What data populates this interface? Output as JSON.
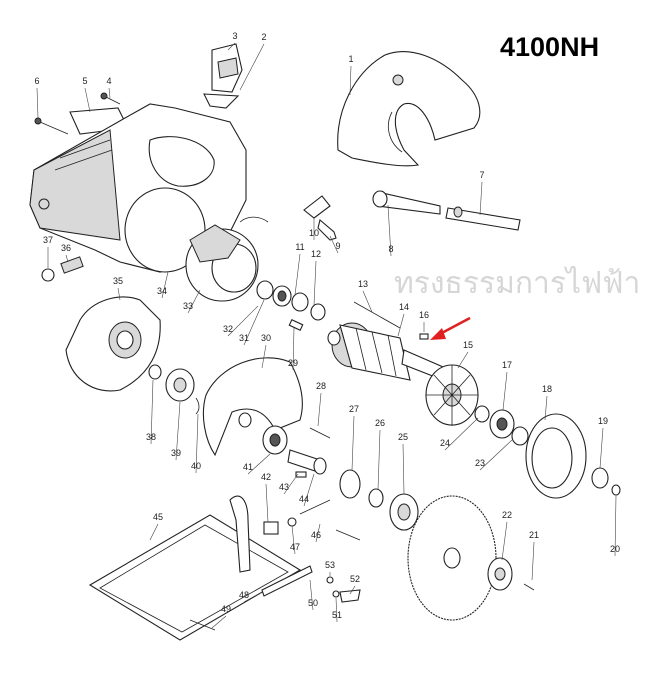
{
  "title": "4100NH",
  "watermark": "ทรงธรรมการไฟฟ้า",
  "highlight_color": "#e02020",
  "parts": [
    {
      "no": "1"
    },
    {
      "no": "2"
    },
    {
      "no": "3"
    },
    {
      "no": "4"
    },
    {
      "no": "5"
    },
    {
      "no": "6"
    },
    {
      "no": "7"
    },
    {
      "no": "8"
    },
    {
      "no": "9"
    },
    {
      "no": "10"
    },
    {
      "no": "11"
    },
    {
      "no": "12"
    },
    {
      "no": "13"
    },
    {
      "no": "14"
    },
    {
      "no": "15"
    },
    {
      "no": "16"
    },
    {
      "no": "17"
    },
    {
      "no": "18"
    },
    {
      "no": "19"
    },
    {
      "no": "20"
    },
    {
      "no": "21"
    },
    {
      "no": "22"
    },
    {
      "no": "23"
    },
    {
      "no": "24"
    },
    {
      "no": "25"
    },
    {
      "no": "26"
    },
    {
      "no": "27"
    },
    {
      "no": "28"
    },
    {
      "no": "29"
    },
    {
      "no": "30"
    },
    {
      "no": "31"
    },
    {
      "no": "32"
    },
    {
      "no": "33"
    },
    {
      "no": "34"
    },
    {
      "no": "35"
    },
    {
      "no": "36"
    },
    {
      "no": "37"
    },
    {
      "no": "38"
    },
    {
      "no": "39"
    },
    {
      "no": "40"
    },
    {
      "no": "41"
    },
    {
      "no": "42"
    },
    {
      "no": "43"
    },
    {
      "no": "44"
    },
    {
      "no": "45"
    },
    {
      "no": "46"
    },
    {
      "no": "47"
    },
    {
      "no": "48"
    },
    {
      "no": "49"
    },
    {
      "no": "50"
    },
    {
      "no": "51"
    },
    {
      "no": "52"
    },
    {
      "no": "53"
    }
  ]
}
